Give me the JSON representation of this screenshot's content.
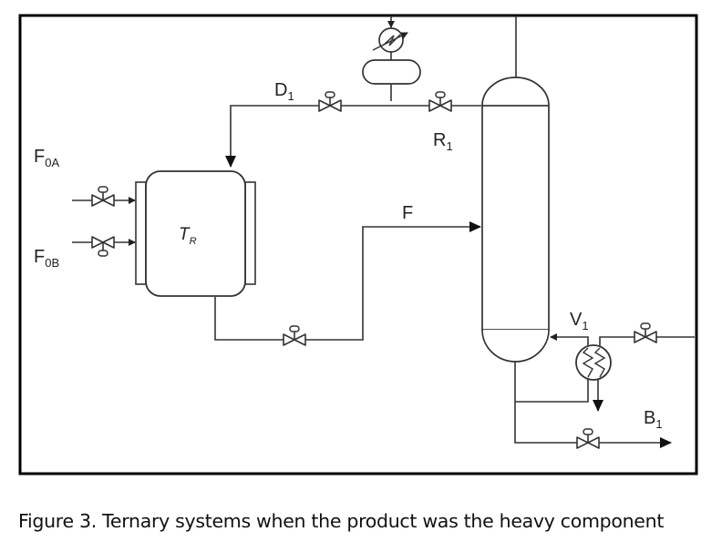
{
  "figure": {
    "caption": "Figure 3. Ternary systems when the product was the heavy component",
    "colors": {
      "line": "#333333",
      "frame": "#000000",
      "background": "#ffffff"
    }
  },
  "labels": {
    "feed_a": {
      "main": "F",
      "sub": "0A"
    },
    "feed_b": {
      "main": "F",
      "sub": "0B"
    },
    "reactor": {
      "main": "T",
      "sub": "R"
    },
    "distillate": {
      "main": "D",
      "sub": "1"
    },
    "reflux": {
      "main": "R",
      "sub": "1"
    },
    "feed": {
      "main": "F",
      "sub": ""
    },
    "vapor_boilup": {
      "main": "V",
      "sub": "1"
    },
    "bottoms": {
      "main": "B",
      "sub": "1"
    }
  },
  "equipment": [
    {
      "id": "reactor",
      "name": "Jacketed reactor"
    },
    {
      "id": "condenser",
      "name": "Overhead condenser"
    },
    {
      "id": "reflux-drum",
      "name": "Reflux drum"
    },
    {
      "id": "distillation-column",
      "name": "Distillation column"
    },
    {
      "id": "reboiler",
      "name": "Reboiler"
    }
  ],
  "valves": [
    {
      "id": "valve-f0a"
    },
    {
      "id": "valve-f0b"
    },
    {
      "id": "valve-d1"
    },
    {
      "id": "valve-r1"
    },
    {
      "id": "valve-feed"
    },
    {
      "id": "valve-steam"
    },
    {
      "id": "valve-b1"
    }
  ]
}
